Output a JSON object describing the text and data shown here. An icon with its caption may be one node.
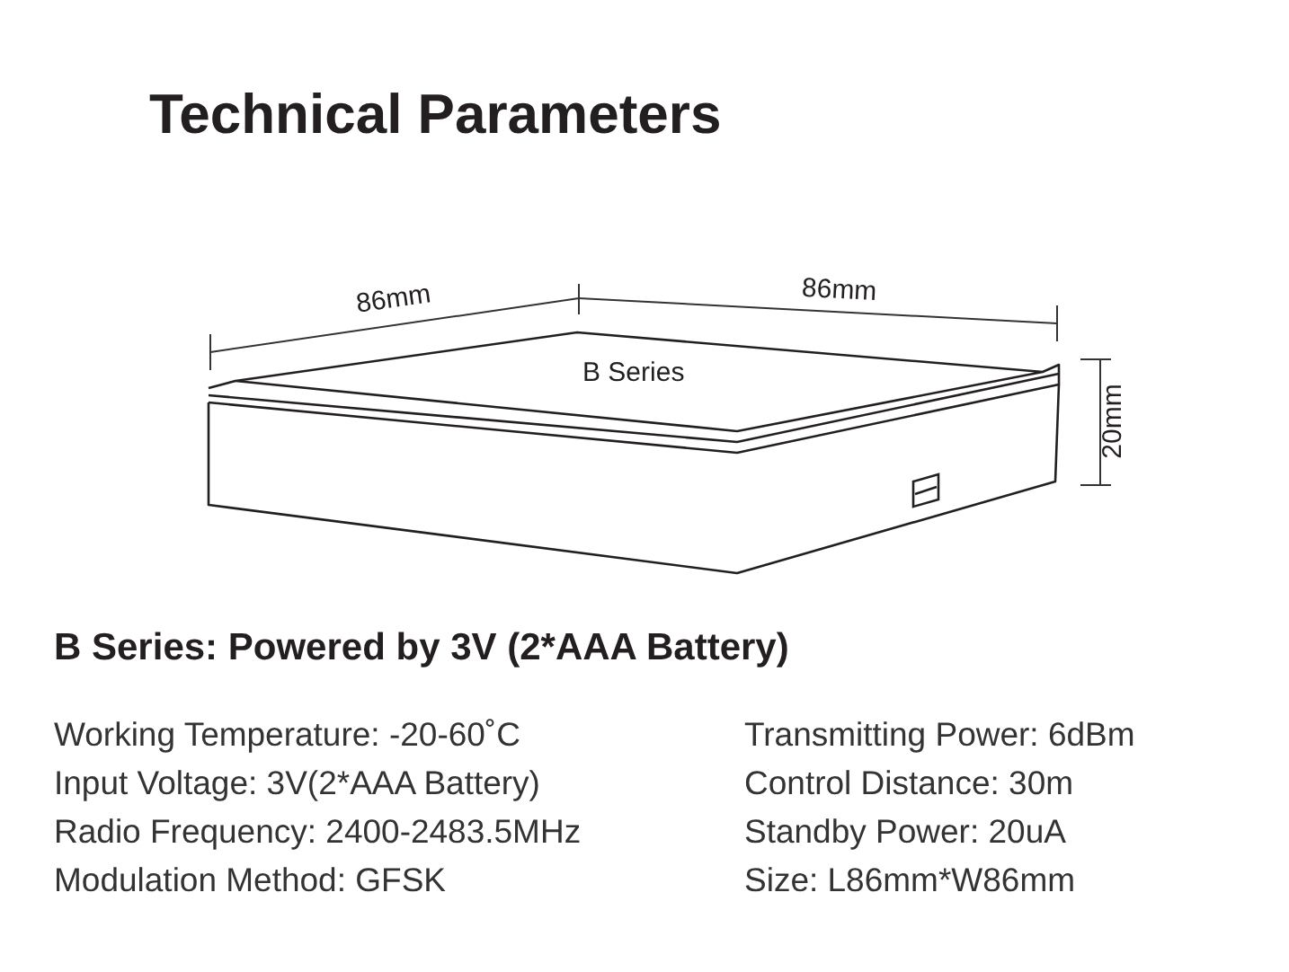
{
  "diagram": {
    "title": "Technical Parameters",
    "nodes": [
      {
        "text": [
          "B Series"
        ]
      }
    ],
    "labels": [
      "86mm",
      "86mm",
      "20mm",
      "B Series: Powered by 3V (2*AAA Battery)",
      "Working Temperature: -20-60˚C",
      "Transmitting Power: 6dBm",
      "Input Voltage: 3V(2*AAA Battery)",
      "Control Distance: 30m",
      "Radio Frequency: 2400-2483.5MHz",
      "Standby Power: 20uA",
      "Modulation Method: GFSK",
      "Size: L86mm*W86mm"
    ]
  }
}
